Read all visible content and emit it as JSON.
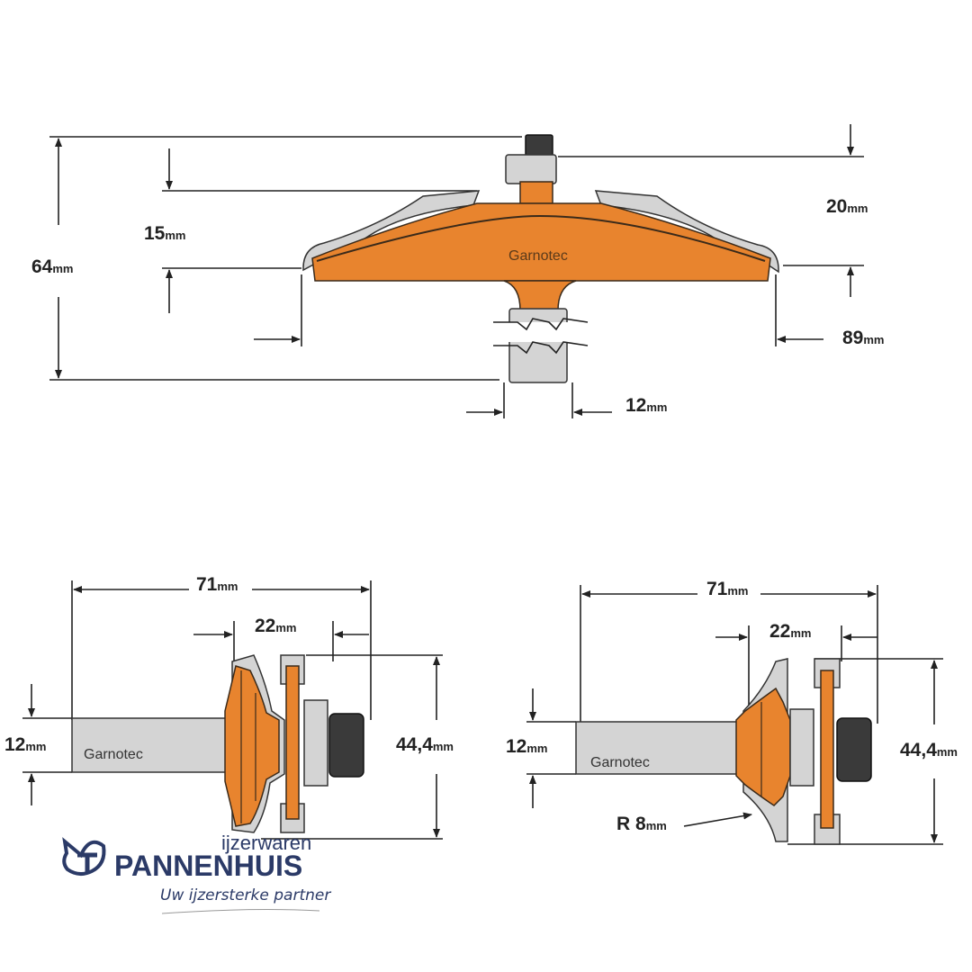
{
  "brand_on_tool": "Garnotec",
  "unit": "mm",
  "top_diagram": {
    "dim_total_height": "64",
    "dim_profile_height": "15",
    "dim_bearing_offset": "20",
    "dim_diameter": "89",
    "dim_shank": "12"
  },
  "bottom_left_diagram": {
    "dim_length": "71",
    "dim_cut_width": "22",
    "dim_diameter": "44,4",
    "dim_shank": "12"
  },
  "bottom_right_diagram": {
    "dim_length": "71",
    "dim_cut_width": "22",
    "dim_diameter": "44,4",
    "dim_shank": "12",
    "dim_radius": "R 8"
  },
  "logo": {
    "top_word": "ijzerwaren",
    "name": "PANNENHUIS",
    "tagline": "Uw ijzersterke partner",
    "color": "#2b3a67"
  }
}
